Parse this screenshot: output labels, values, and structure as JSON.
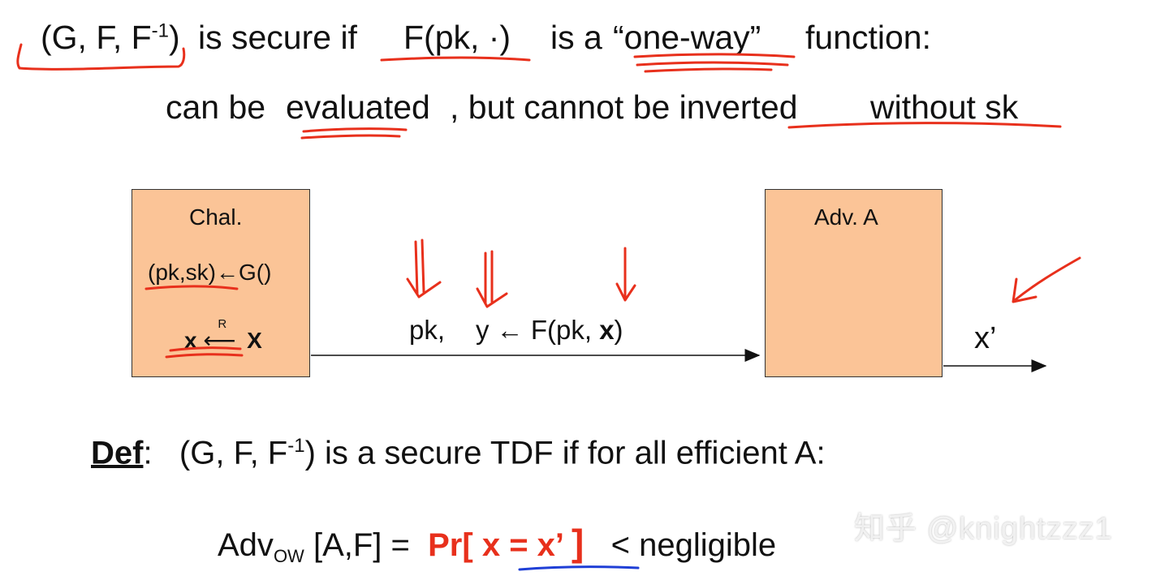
{
  "line1": {
    "intro": "(G, F, F",
    "intro_sup": "-1",
    "intro_close": ")",
    "is_secure_if": "is secure if",
    "f_pk": "F(pk, ·)",
    "is_a": "is a",
    "one_way": "“one-way”",
    "function": "function:"
  },
  "line2": {
    "can_be": "can be",
    "evaluated": "evaluated",
    "but_cannot": ", but cannot be inverted",
    "without_sk": "without  sk"
  },
  "challenger": {
    "title": "Chal.",
    "keygen": "(pk,sk)←G()",
    "sample_x": "x",
    "sample_r": "R",
    "sample_set": "X"
  },
  "adversary": {
    "title": "Adv. A"
  },
  "message": {
    "pk": "pk,",
    "y_eq": "y ← F(pk,",
    "x_bold": "x",
    "close": ")"
  },
  "output": {
    "x_prime": "x’"
  },
  "definition": {
    "def": "Def",
    "colon": ":",
    "tuple": "(G, F, F",
    "tuple_sup": "-1",
    "rest": ")  is a secure TDF if for all efficient  A:"
  },
  "advantage": {
    "adv": "Adv",
    "sub": "OW",
    "args": "[A,F]  =",
    "pr": "Pr[",
    "event": "x = x’",
    "close": "]",
    "lt": "<  negligible"
  },
  "watermark": "知乎 @knightzzz1",
  "colors": {
    "box_fill": "#fbc497",
    "annotation_red": "#e8301c",
    "annotation_blue": "#1f3fd6"
  }
}
